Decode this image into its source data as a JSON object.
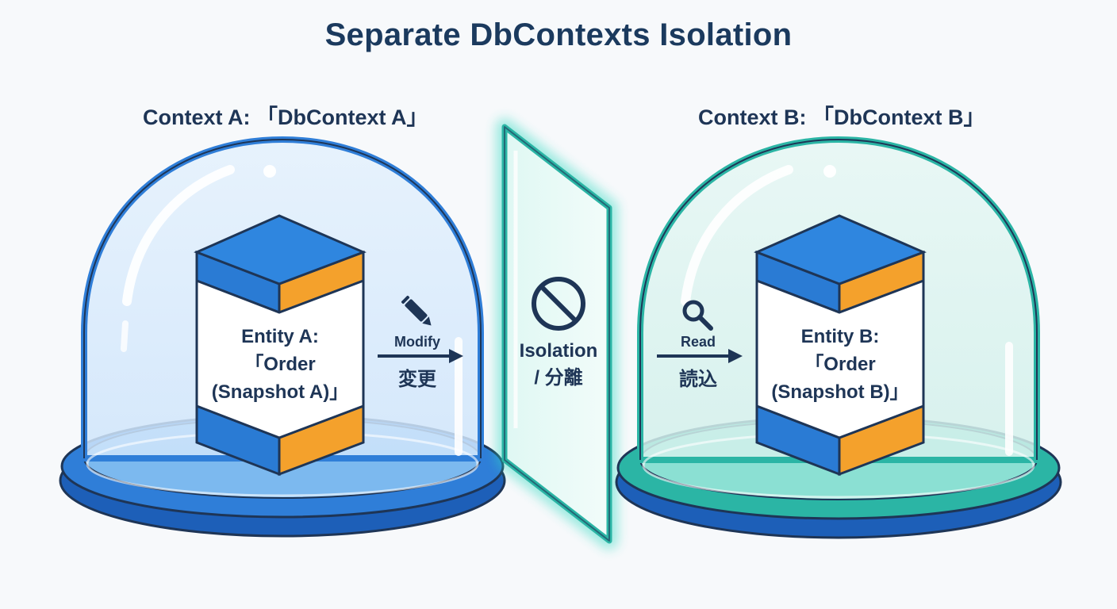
{
  "title": "Separate DbContexts Isolation",
  "context_a": {
    "label": "Context A: 「DbContext A」",
    "entity": {
      "line1": "Entity A:",
      "line2": "「Order",
      "line3": "(Snapshot A)」"
    },
    "action": {
      "en": "Modify",
      "jp": "変更",
      "icon": "pencil-icon"
    }
  },
  "context_b": {
    "label": "Context B: 「DbContext B」",
    "entity": {
      "line1": "Entity B:",
      "line2": "「Order",
      "line3": "(Snapshot B)」"
    },
    "action": {
      "en": "Read",
      "jp": "読込",
      "icon": "magnifier-icon"
    }
  },
  "isolation": {
    "line1": "Isolation",
    "line2": "/ 分離",
    "icon": "prohibited-icon"
  },
  "colors": {
    "dome_a": "#2f7ed8",
    "dome_b": "#2bb5a5",
    "base_dark": "#1d5fb8",
    "cube_top": "#2a7bd4",
    "cube_side": "#f4a12c",
    "ink": "#1e3556",
    "glass_glow": "#2ed8c0"
  }
}
